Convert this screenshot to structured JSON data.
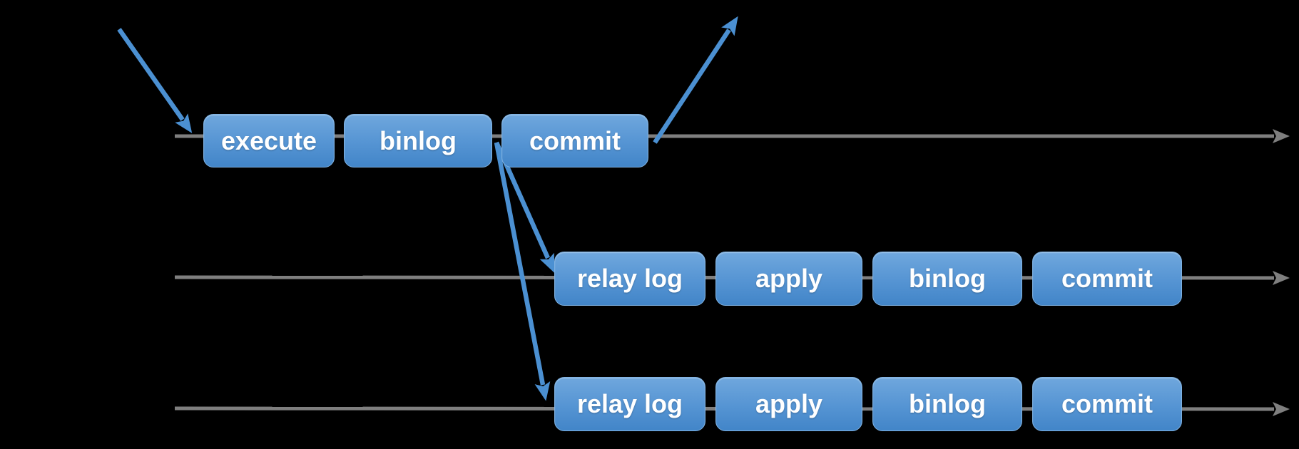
{
  "rows": [
    {
      "boxes": [
        {
          "label": "execute"
        },
        {
          "label": "binlog"
        },
        {
          "label": "commit"
        }
      ]
    },
    {
      "boxes": [
        {
          "label": "relay log"
        },
        {
          "label": "apply"
        },
        {
          "label": "binlog"
        },
        {
          "label": "commit"
        }
      ]
    },
    {
      "boxes": [
        {
          "label": "relay log"
        },
        {
          "label": "apply"
        },
        {
          "label": "binlog"
        },
        {
          "label": "commit"
        }
      ]
    }
  ],
  "colors": {
    "background": "#000000",
    "box_gradient_top": "#6FA7DD",
    "box_gradient_mid": "#5594D3",
    "box_gradient_bottom": "#4285C8",
    "box_border": "#7FB2E2",
    "box_text": "#FFFFFF",
    "timeline_gray": "#7F7F7F",
    "arrow_blue": "#4B90D2"
  }
}
